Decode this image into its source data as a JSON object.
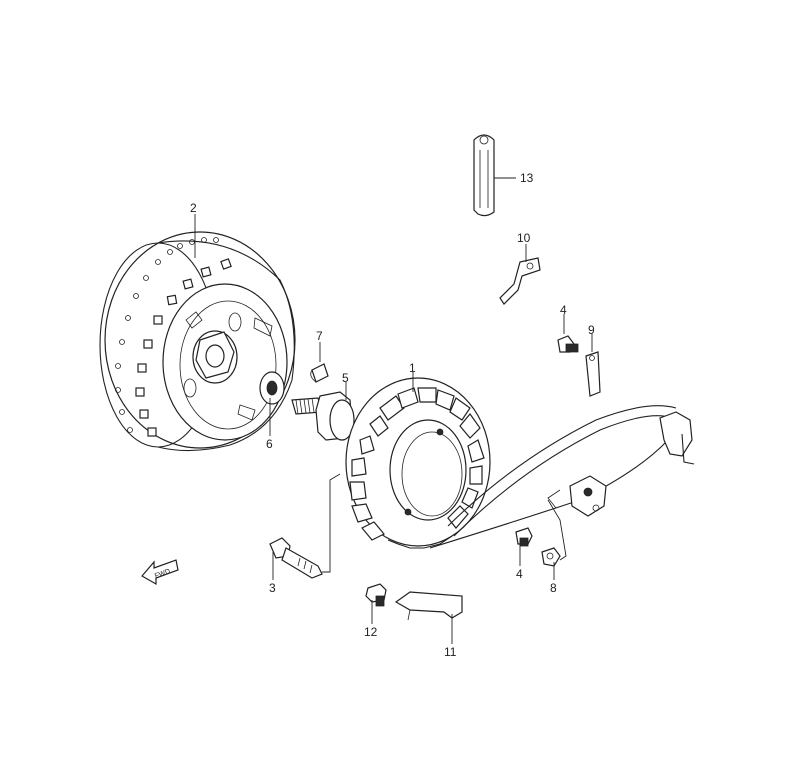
{
  "callouts": {
    "c1": "1",
    "c2": "2",
    "c3": "3",
    "c4a": "4",
    "c4b": "4",
    "c5": "5",
    "c6": "6",
    "c7": "7",
    "c8": "8",
    "c9": "9",
    "c10": "10",
    "c11": "11",
    "c12": "12",
    "c13": "13"
  },
  "fwd_label": "FWD",
  "icons": {
    "fwd": "fwd-arrow-icon"
  }
}
